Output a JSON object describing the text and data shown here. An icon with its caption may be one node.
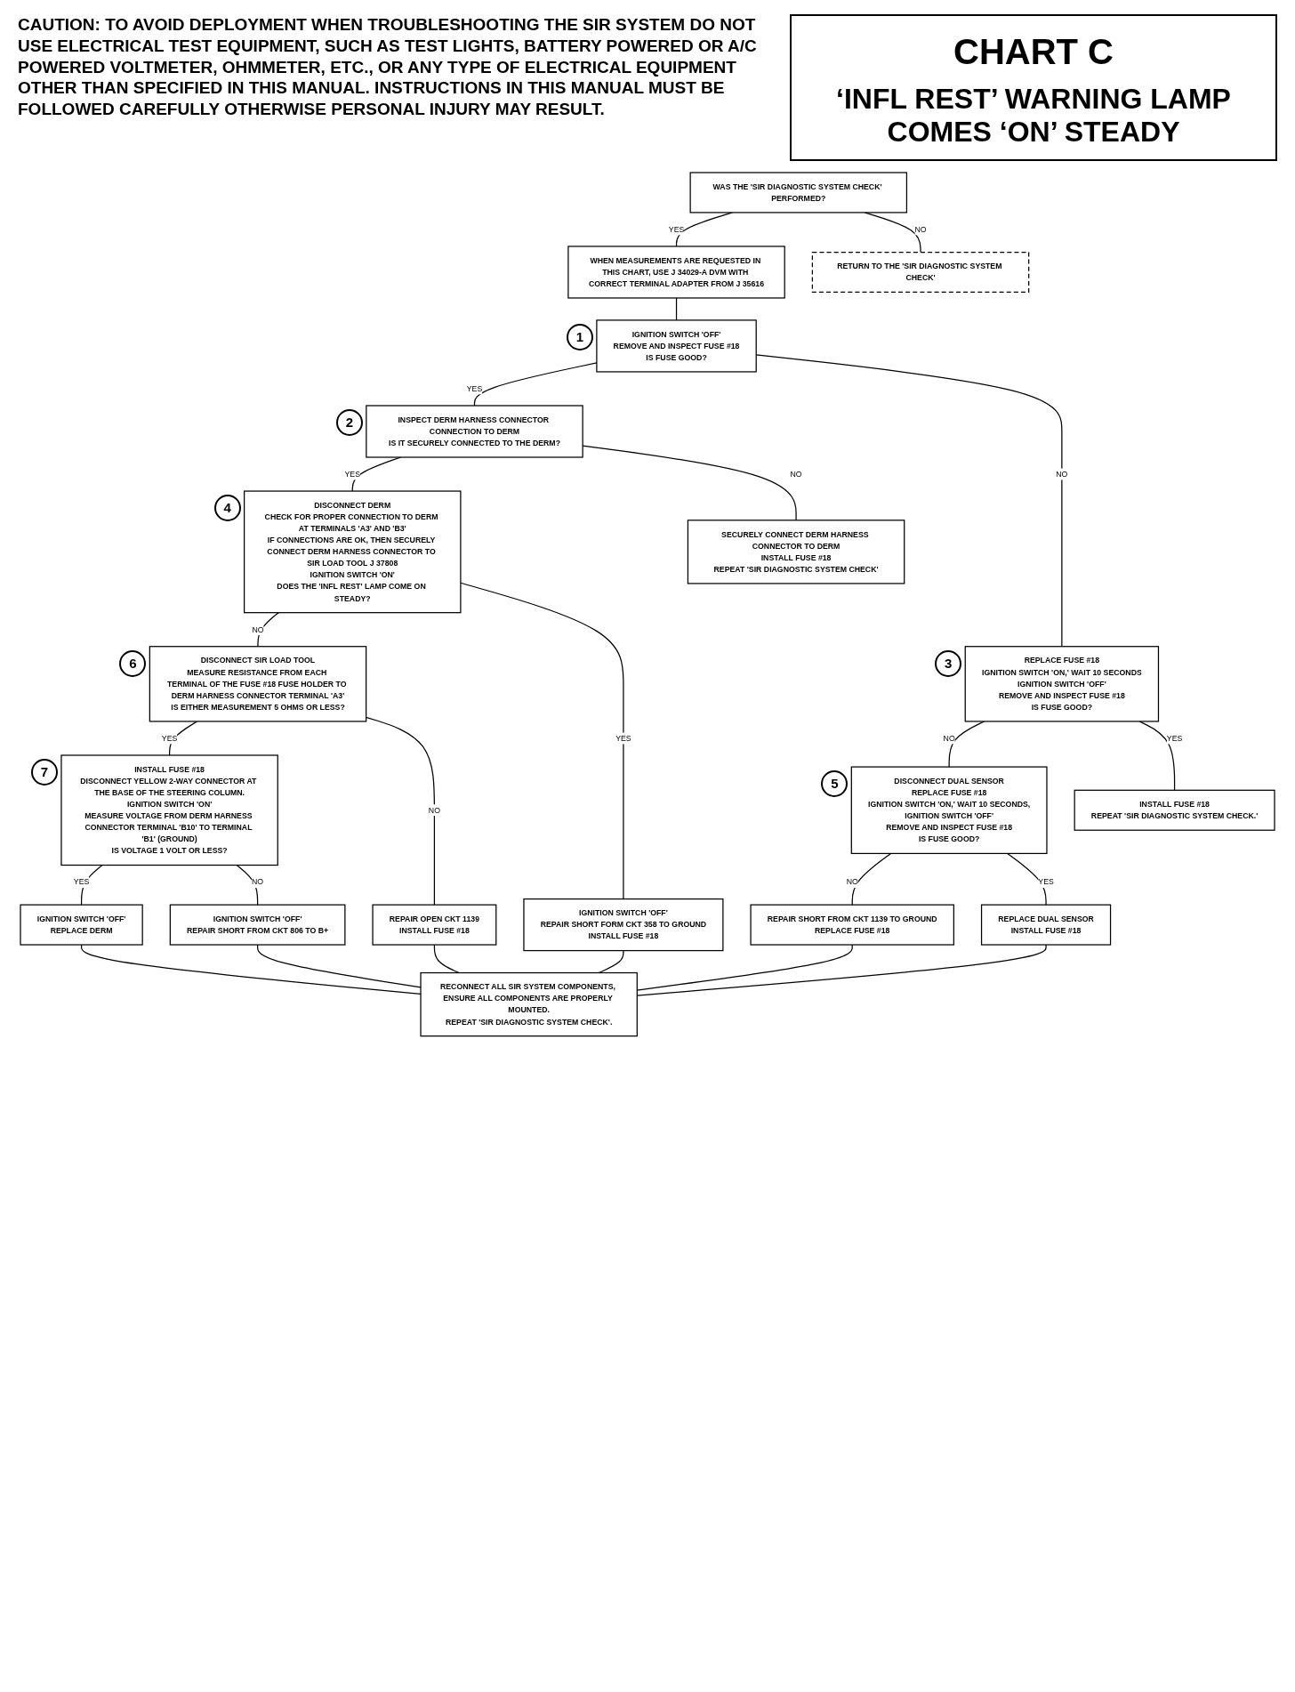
{
  "diagram": {
    "title": "CHART C",
    "nodes": [
      {
        "text": [
          "WAS THE 'SIR DIAGNOSTIC SYSTEM CHECK' PERFORMED?"
        ]
      },
      {
        "text": [
          "WHEN MEASUREMENTS ARE REQUESTED IN THIS CHART, USE J 34029-A DVM WITH CORRECT TERMINAL ADAPTER FROM J 35616"
        ]
      },
      {
        "text": [
          "RETURN TO THE 'SIR DIAGNOSTIC SYSTEM CHECK'"
        ]
      },
      {
        "text": [
          "IGNITION SWITCH 'OFF'",
          "REMOVE AND INSPECT FUSE #18",
          "IS FUSE GOOD?"
        ],
        "beside": [
          "1"
        ]
      },
      {
        "text": [
          "INSPECT DERM HARNESS CONNECTOR CONNECTION TO DERM",
          "IS IT SECURELY CONNECTED TO THE DERM?"
        ],
        "beside": [
          "2"
        ]
      },
      {
        "text": [
          "REPLACE FUSE #18",
          "IGNITION SWITCH 'ON,' WAIT 10 SECONDS",
          "IGNITION SWITCH 'OFF'",
          "REMOVE AND INSPECT FUSE #18",
          "IS FUSE GOOD?"
        ],
        "beside": [
          "3"
        ]
      },
      {
        "text": [
          "DISCONNECT DERM",
          "CHECK FOR PROPER CONNECTION TO DERM AT TERMINALS 'A3' AND 'B3'",
          "IF CONNECTIONS ARE OK, THEN SECURELY CONNECT DERM HARNESS CONNECTOR TO SIR LOAD TOOL J 37808",
          "IGNITION SWITCH 'ON'",
          "DOES THE 'INFL REST' LAMP COME ON STEADY?"
        ],
        "beside": [
          "4"
        ]
      },
      {
        "text": [
          "SECURELY CONNECT DERM HARNESS CONNECTOR TO DERM",
          "INSTALL FUSE #18",
          "REPEAT 'SIR DIAGNOSTIC SYSTEM CHECK'"
        ]
      },
      {
        "text": [
          "DISCONNECT DUAL SENSOR",
          "REPLACE FUSE #18",
          "IGNITION SWITCH 'ON,' WAIT 10 SECONDS,",
          "IGNITION SWITCH 'OFF'",
          "REMOVE AND INSPECT FUSE #18",
          "IS FUSE GOOD?"
        ],
        "beside": [
          "5"
        ]
      },
      {
        "text": [
          "INSTALL FUSE #18",
          "REPEAT 'SIR DIAGNOSTIC SYSTEM CHECK.'"
        ]
      },
      {
        "text": [
          "DISCONNECT SIR LOAD TOOL",
          "MEASURE RESISTANCE FROM EACH TERMINAL OF THE FUSE #18 FUSE HOLDER TO DERM HARNESS CONNECTOR TERMINAL 'A3'",
          "IS EITHER MEASUREMENT 5 OHMS OR LESS?"
        ],
        "beside": [
          "6"
        ]
      },
      {
        "text": [
          "IGNITION SWITCH 'OFF'",
          "REPAIR SHORT FORM CKT 358 TO GROUND",
          "INSTALL FUSE #18"
        ]
      },
      {
        "text": [
          "REPAIR SHORT FROM CKT 1139 TO GROUND",
          "REPLACE FUSE #18"
        ]
      },
      {
        "text": [
          "REPLACE DUAL SENSOR",
          "INSTALL FUSE #18"
        ]
      },
      {
        "text": [
          "INSTALL FUSE #18",
          "DISCONNECT YELLOW 2-WAY CONNECTOR AT THE BASE OF THE STEERING COLUMN.",
          "IGNITION SWITCH 'ON'",
          "MEASURE VOLTAGE FROM DERM HARNESS CONNECTOR TERMINAL 'B10' TO TERMINAL 'B1' (GROUND)",
          "IS VOLTAGE 1 VOLT OR LESS?"
        ],
        "beside": [
          "7"
        ]
      },
      {
        "text": [
          "REPAIR OPEN CKT 1139",
          "INSTALL FUSE #18"
        ]
      },
      {
        "text": [
          "IGNITION SWITCH 'OFF'",
          "REPLACE DERM"
        ]
      },
      {
        "text": [
          "IGNITION SWITCH 'OFF'",
          "REPAIR SHORT FROM CKT 806 TO B+"
        ]
      },
      {
        "text": [
          "RECONNECT ALL SIR SYSTEM COMPONENTS, ENSURE ALL COMPONENTS ARE PROPERLY MOUNTED.",
          "REPEAT 'SIR DIAGNOSTIC SYSTEM CHECK'."
        ]
      }
    ],
    "edges": [
      {
        "from": 0,
        "to": 1,
        "arrow": "none",
        "label": "YES"
      },
      {
        "from": 0,
        "to": 2,
        "arrow": "none",
        "label": "NO"
      },
      {
        "from": 1,
        "to": 3,
        "arrow": "none"
      },
      {
        "from": 3,
        "to": 4,
        "arrow": "none",
        "label": "YES"
      },
      {
        "from": 3,
        "to": 5,
        "arrow": "none",
        "label": "NO"
      },
      {
        "from": 4,
        "to": 6,
        "arrow": "none",
        "label": "YES"
      },
      {
        "from": 4,
        "to": 7,
        "arrow": "none",
        "label": "NO"
      },
      {
        "from": 5,
        "to": 8,
        "arrow": "none",
        "label": "NO"
      },
      {
        "from": 5,
        "to": 9,
        "arrow": "none",
        "label": "YES"
      },
      {
        "from": 6,
        "to": 10,
        "arrow": "none",
        "label": "NO"
      },
      {
        "from": 6,
        "to": 11,
        "arrow": "none",
        "label": "YES"
      },
      {
        "from": 8,
        "to": 12,
        "arrow": "none",
        "label": "NO"
      },
      {
        "from": 8,
        "to": 13,
        "arrow": "none",
        "label": "YES"
      },
      {
        "from": 10,
        "to": 14,
        "arrow": "none",
        "label": "YES"
      },
      {
        "from": 10,
        "to": 15,
        "arrow": "none",
        "label": "NO"
      },
      {
        "from": 11,
        "to": 18,
        "arrow": "none"
      },
      {
        "from": 12,
        "to": 18,
        "arrow": "none"
      },
      {
        "from": 13,
        "to": 18,
        "arrow": "none"
      },
      {
        "from": 14,
        "to": 16,
        "arrow": "none",
        "label": "YES"
      },
      {
        "from": 14,
        "to": 17,
        "arrow": "none",
        "label": "NO"
      },
      {
        "from": 15,
        "to": 18,
        "arrow": "none"
      },
      {
        "from": 16,
        "to": 18,
        "arrow": "none"
      },
      {
        "from": 17,
        "to": 18,
        "arrow": "none"
      }
    ],
    "labels": [
      "CAUTION: TO AVOID DEPLOYMENT WHEN TROUBLESHOOTING THE SIR SYSTEM DO NOT USE ELECTRICAL TEST EQUIPMENT, SUCH AS TEST LIGHTS, BATTERY POWERED OR A/C POWERED VOLTMETER, OHMMETER, ETC., OR ANY TYPE OF ELECTRICAL EQUIPMENT OTHER THAN SPECIFIED IN THIS MANUAL. INSTRUCTIONS IN THIS MANUAL MUST BE FOLLOWED CAREFULLY OTHERWISE PERSONAL INJURY MAY RESULT.",
      "‘INFL REST’ WARNING LAMP COMES ‘ON’ STEADY"
    ]
  }
}
